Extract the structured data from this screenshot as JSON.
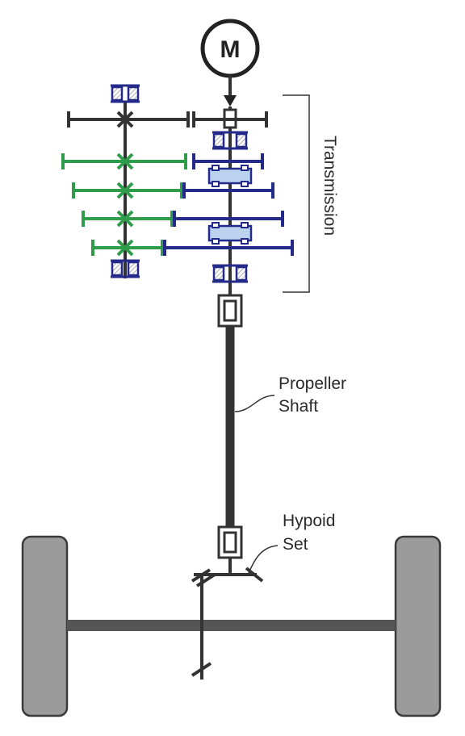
{
  "diagram": {
    "motor_label": "M",
    "transmission_label": "Transmission",
    "propeller_label_line1": "Propeller",
    "propeller_label_line2": "Shaft",
    "hypoid_label_line1": "Hypoid",
    "hypoid_label_line2": "Set"
  },
  "colors": {
    "shaft": "#333333",
    "gear_green": "#2e9c4a",
    "gear_blue": "#232a8a",
    "sync_fill": "#bcd3ef",
    "wheel_fill": "#9b9b9b",
    "axle": "#555555"
  }
}
